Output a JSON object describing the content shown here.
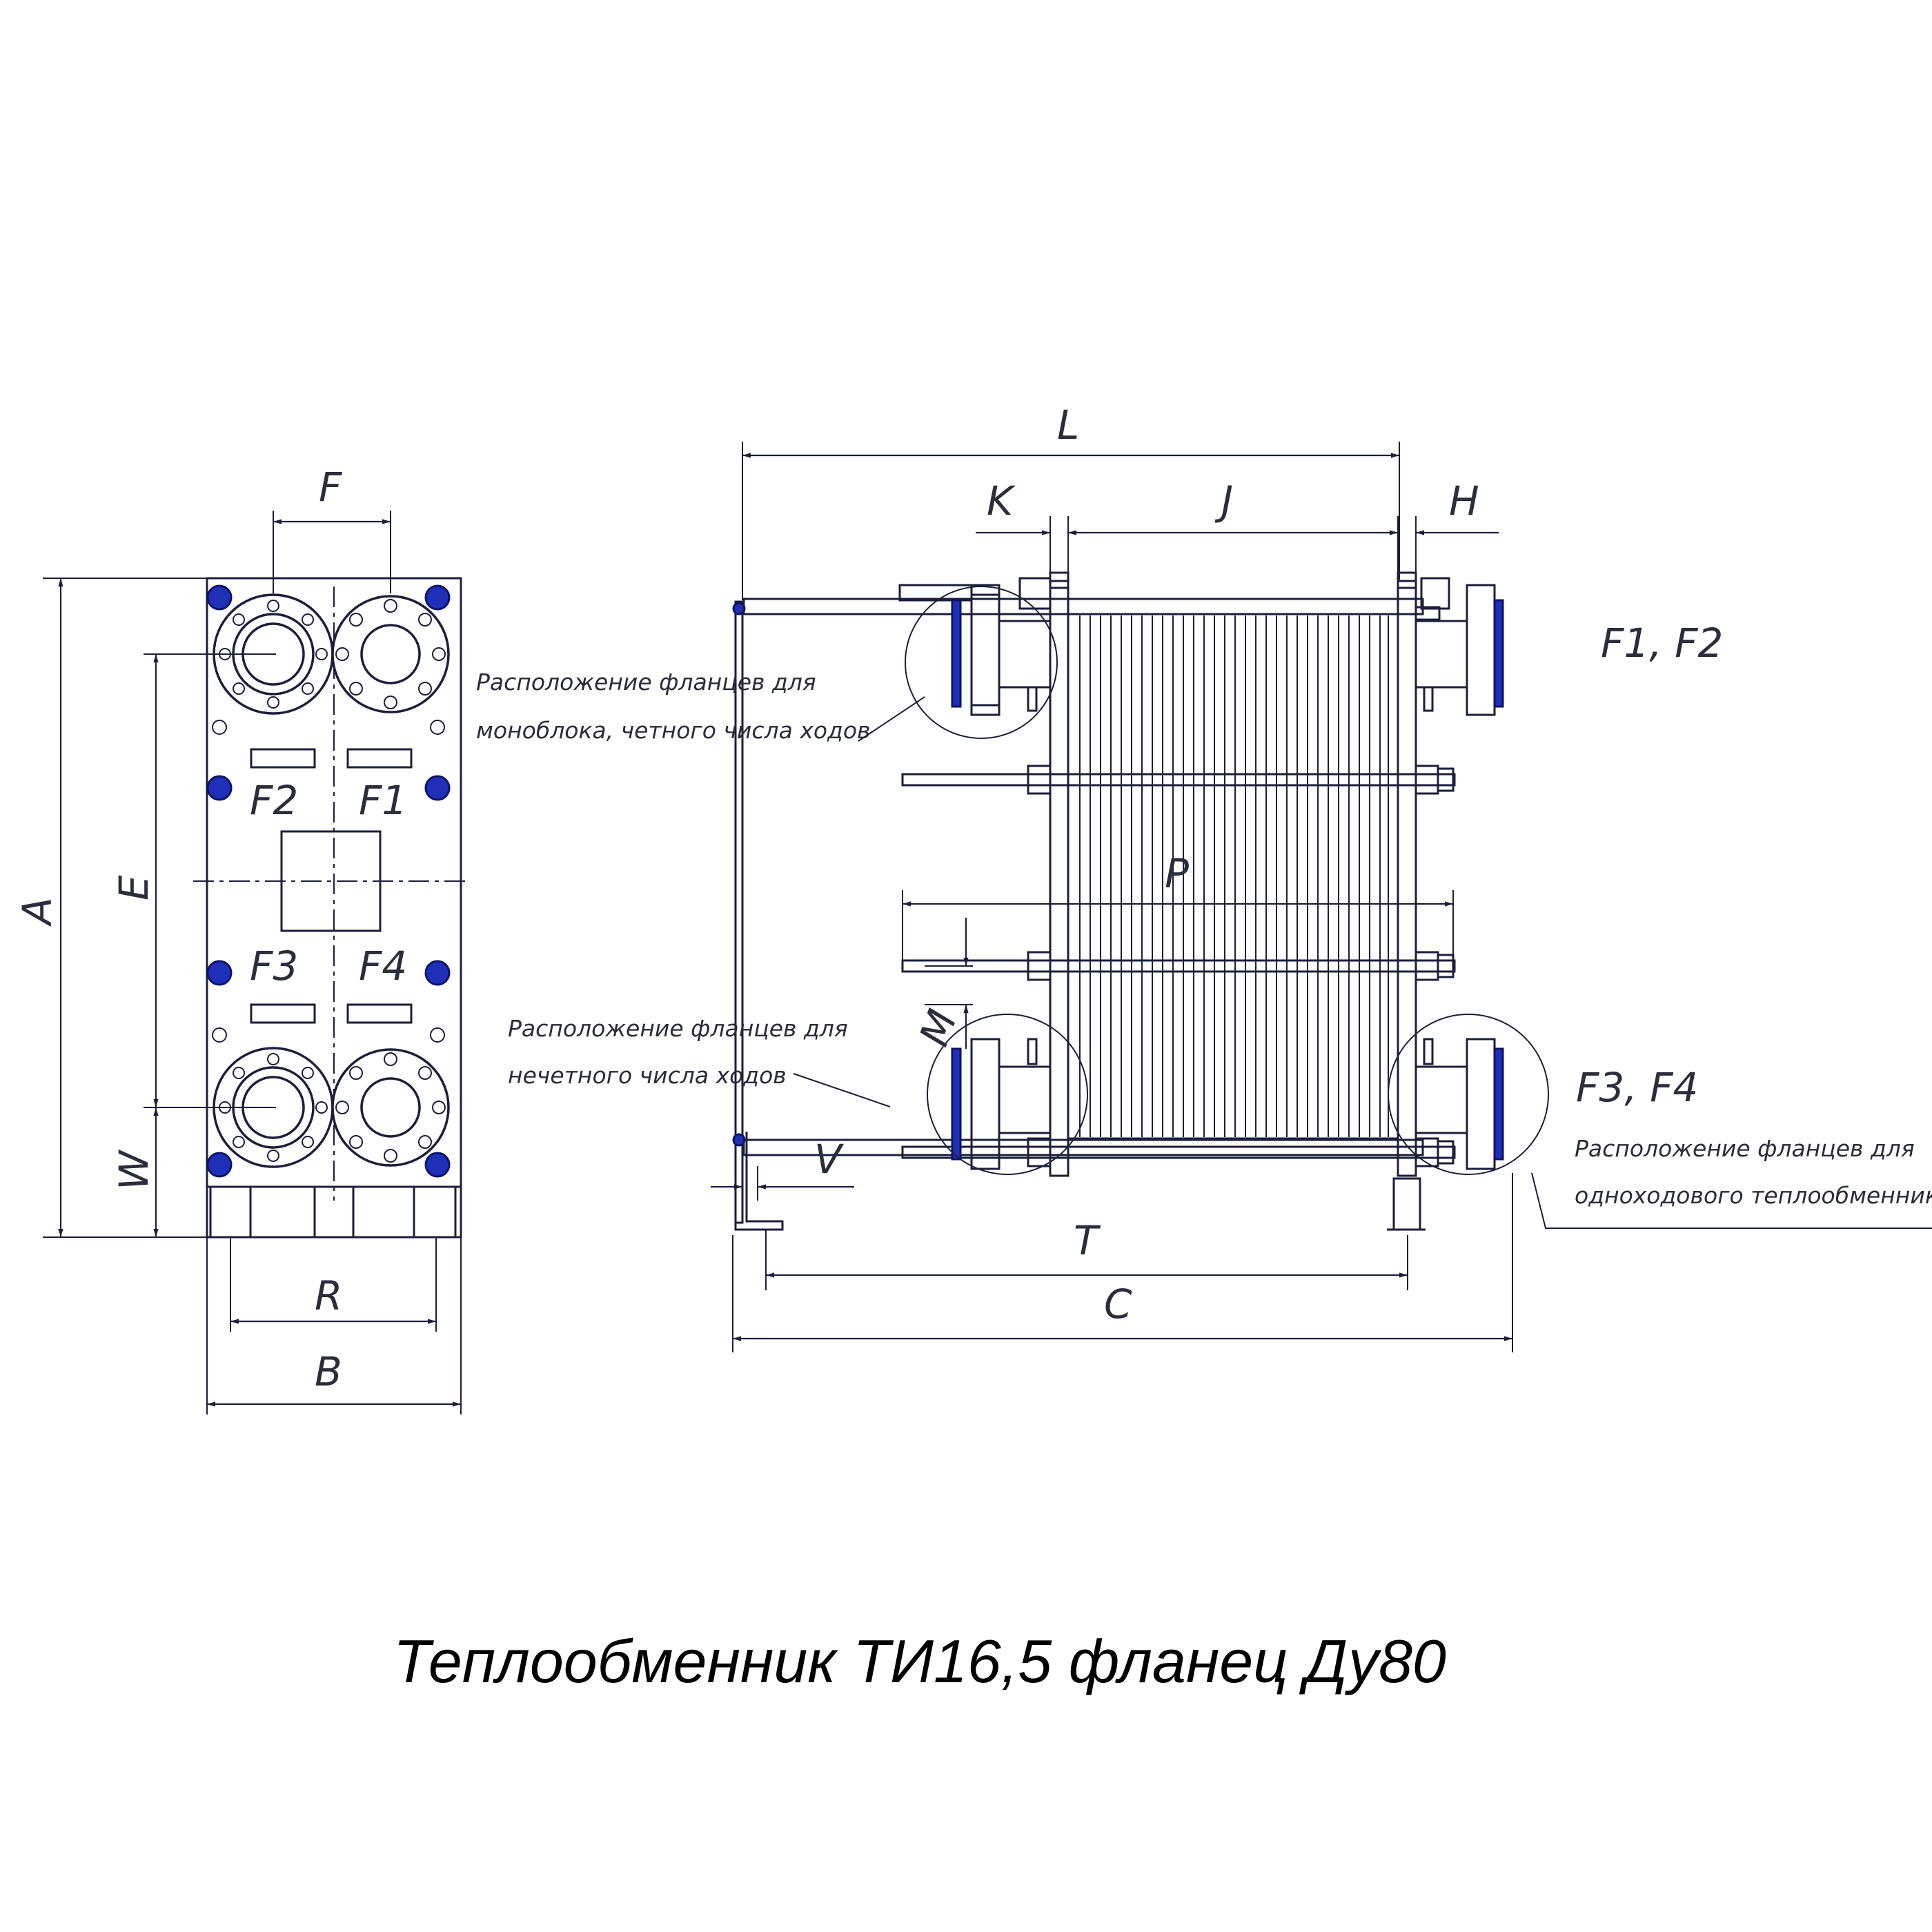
{
  "title": "Теплообменник ТИ16,5 фланец Ду80",
  "front_view": {
    "dims": {
      "A": "A",
      "E": "E",
      "W": "W",
      "F": "F",
      "R": "R",
      "B": "B"
    },
    "ports": {
      "F1": "F1",
      "F2": "F2",
      "F3": "F3",
      "F4": "F4"
    }
  },
  "side_view": {
    "dims": {
      "L": "L",
      "K": "K",
      "J": "J",
      "H": "H",
      "P": "P",
      "M": "M",
      "V": "V",
      "T": "T",
      "C": "C"
    },
    "port_labels": {
      "top": "F1, F2",
      "bottom": "F3, F4"
    },
    "notes": {
      "mono_line1": "Расположение фланцев для",
      "mono_line2": "моноблока, четного числа ходов",
      "odd_line1": "Расположение фланцев для",
      "odd_line2": "нечетного числа ходов",
      "single_line1": "Расположение фланцев для",
      "single_line2": "одноходового теплообменника"
    }
  },
  "colors": {
    "line": "#1b1f3a",
    "accent": "#1f2fb8"
  }
}
